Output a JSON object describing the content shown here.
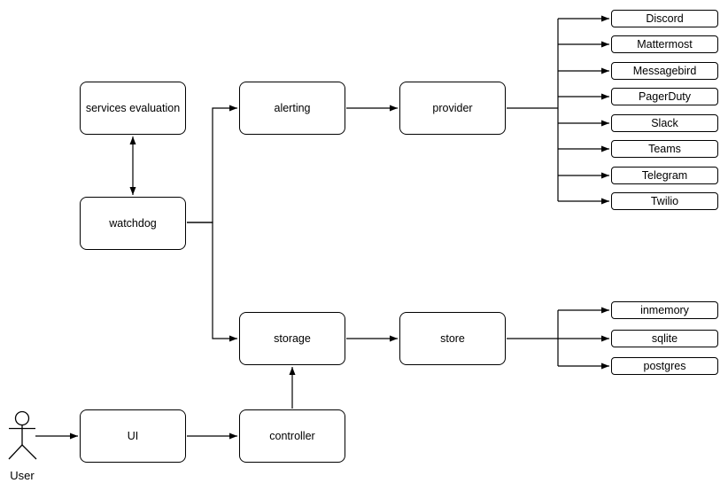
{
  "diagram": {
    "nodes": {
      "services_evaluation": "services evaluation",
      "watchdog": "watchdog",
      "alerting": "alerting",
      "provider": "provider",
      "storage": "storage",
      "store": "store",
      "ui": "UI",
      "controller": "controller"
    },
    "providers": [
      "Discord",
      "Mattermost",
      "Messagebird",
      "PagerDuty",
      "Slack",
      "Teams",
      "Telegram",
      "Twilio"
    ],
    "stores": [
      "inmemory",
      "sqlite",
      "postgres"
    ],
    "actor": {
      "label": "User"
    },
    "colors": {
      "background": "#ffffff",
      "node_fill": "#ffffff",
      "stroke": "#000000",
      "text": "#000000"
    }
  }
}
